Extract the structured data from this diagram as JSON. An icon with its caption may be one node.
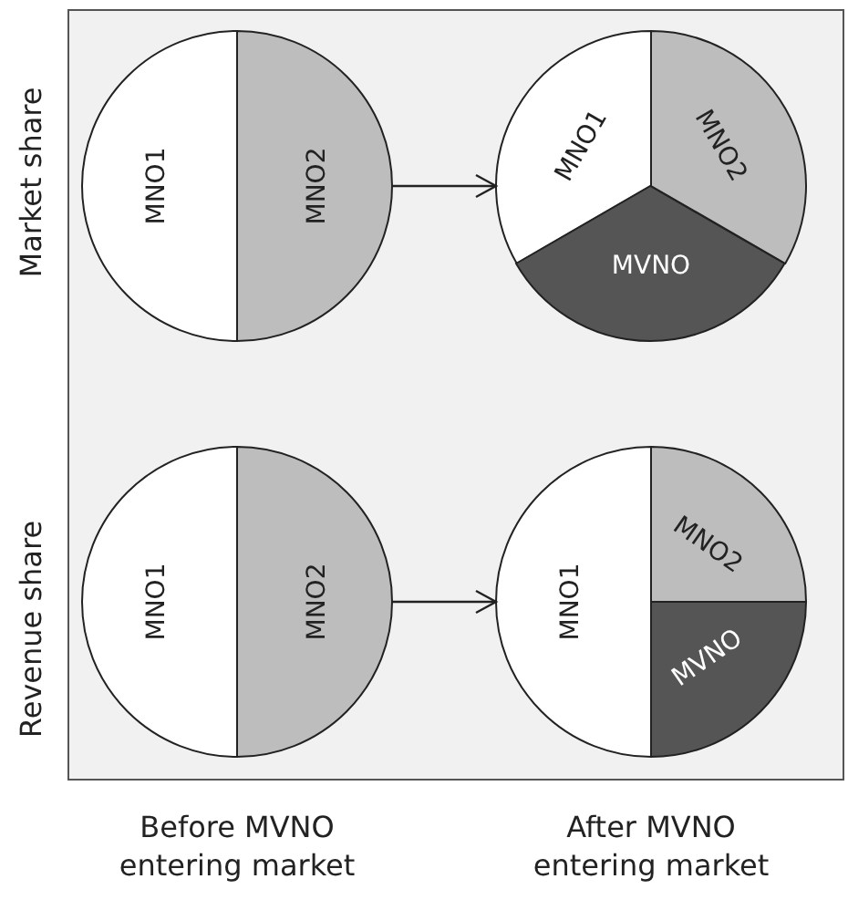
{
  "diagram": {
    "nodes": [
      {
        "text": [],
        "shape": "circle"
      },
      {
        "text": [
          "MNO1"
        ],
        "in": 0
      },
      {
        "text": [
          "MNO2"
        ],
        "in": 0
      },
      {
        "text": [],
        "shape": "circle"
      },
      {
        "text": [
          "MNO1"
        ],
        "in": 3
      },
      {
        "text": [
          "MNO2"
        ],
        "in": 3
      },
      {
        "text": [
          "MVNO"
        ],
        "in": 3
      },
      {
        "text": [],
        "shape": "circle"
      },
      {
        "text": [
          "MNO1"
        ],
        "in": 7
      },
      {
        "text": [
          "MNO2"
        ],
        "in": 7
      },
      {
        "text": [],
        "shape": "circle"
      },
      {
        "text": [
          "MNO1"
        ],
        "in": 10
      },
      {
        "text": [
          "MNO2"
        ],
        "in": 10
      },
      {
        "text": [
          "MVNO"
        ],
        "in": 10
      }
    ],
    "edges": [
      {
        "from": 0,
        "to": 3,
        "arrow": "to"
      },
      {
        "from": 7,
        "to": 10,
        "arrow": "to"
      }
    ],
    "labels": [
      "Market share",
      "Revenue share",
      "Before MVNO entering market",
      "After MVNO entering market"
    ]
  }
}
